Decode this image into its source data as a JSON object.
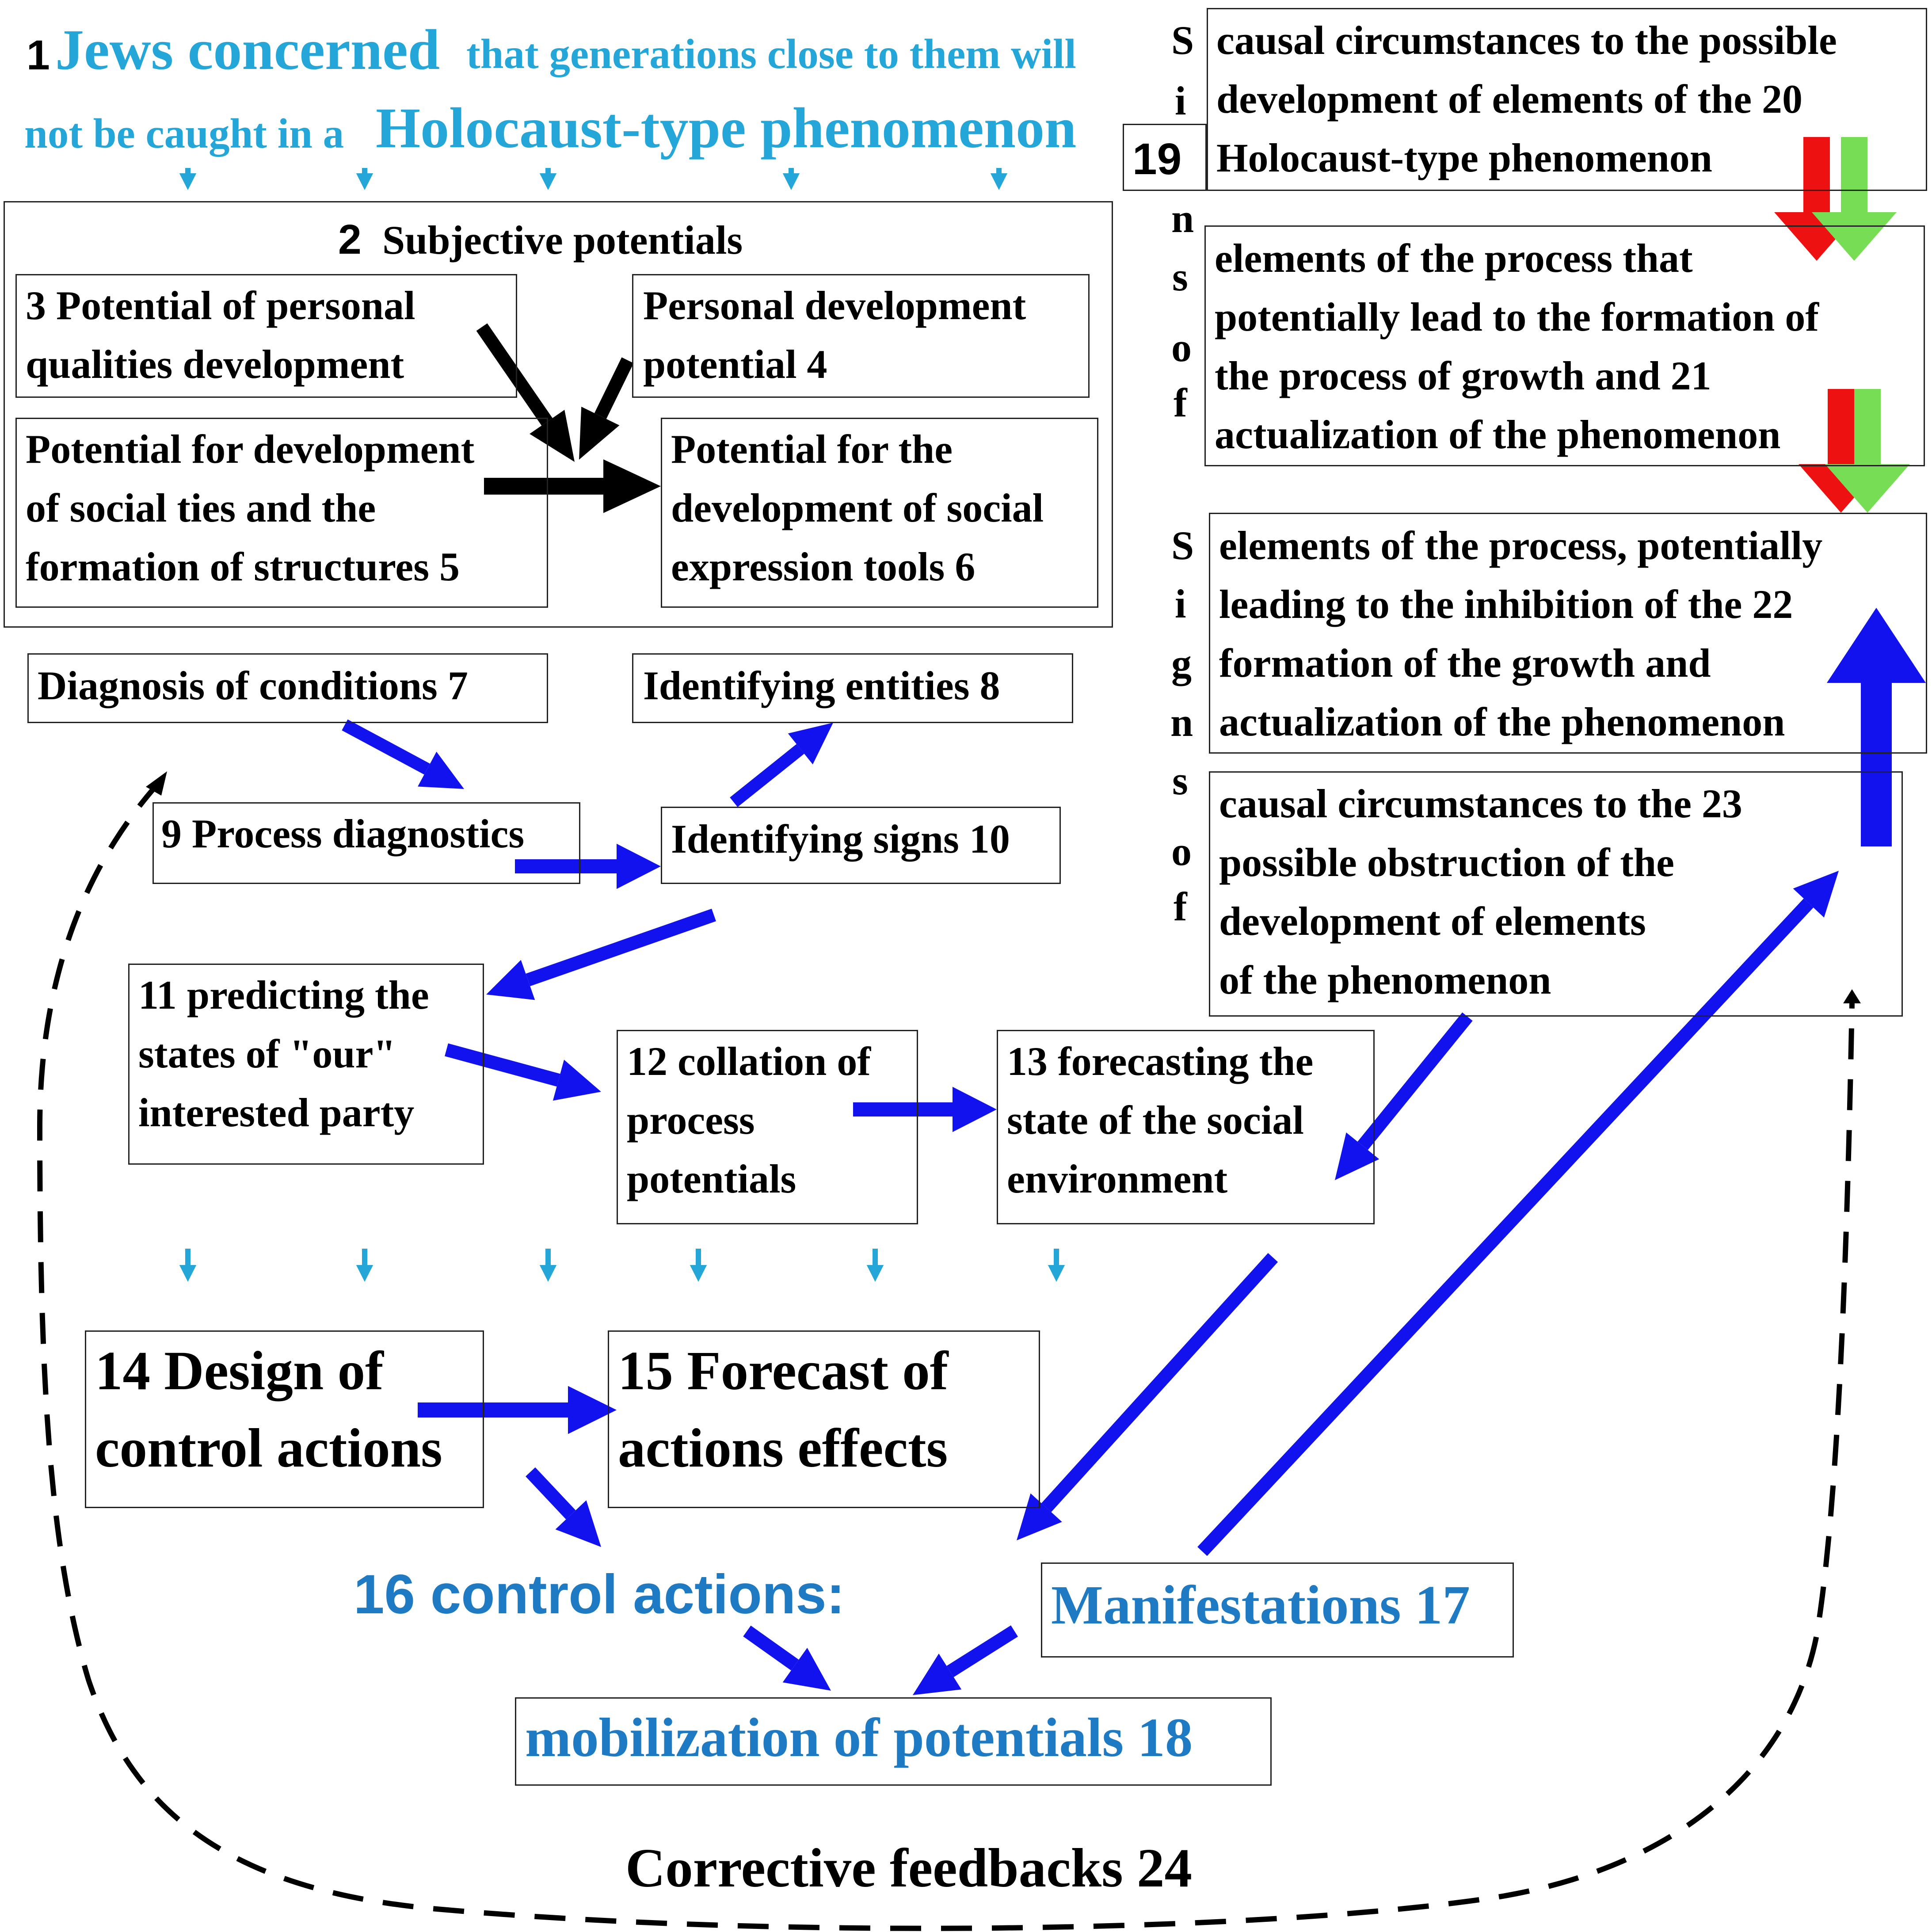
{
  "colors": {
    "black": "#000000",
    "cyan": "#25a6d8",
    "blue": "#1f7ac4",
    "arrow_blue": "#1212ee",
    "arrow_red": "#ee1111",
    "arrow_green": "#77dd55",
    "border": "#222222"
  },
  "title": {
    "num": "1",
    "part1": "Jews concerned",
    "part2": "that generations close to them will",
    "part3": "not be caught in a",
    "part4": "Holocaust-type phenomenon"
  },
  "subjective": {
    "num": "2",
    "label": "Subjective potentials",
    "box3": {
      "line1": "3    Potential of personal",
      "line2": "qualities development"
    },
    "box4": {
      "line1": "Personal development",
      "line2": "potential      4"
    },
    "box5": {
      "line1": "Potential for development",
      "line2": "of social ties and the",
      "line3": "formation of structures    5"
    },
    "box6": {
      "line1": "Potential for the",
      "line2": "development of social",
      "line3": "expression tools     6"
    }
  },
  "boxes": {
    "b7": "Diagnosis of conditions    7",
    "b8": "Identifying entities    8",
    "b9": "9  Process diagnostics",
    "b10": "Identifying signs 10",
    "b11": {
      "line1": "11 predicting the",
      "line2": "states of \"our\"",
      "line3": "interested party"
    },
    "b12": {
      "line1": "12  collation of",
      "line2": "process",
      "line3": "potentials"
    },
    "b13": {
      "line1": "13  forecasting the",
      "line2": "state of the social",
      "line3": "environment"
    },
    "b14": {
      "line1": "14  Design of",
      "line2": "control actions"
    },
    "b15": {
      "line1": "15   Forecast of",
      "line2": "actions effects"
    },
    "b16": "16  control actions:",
    "b17": "Manifestations 17",
    "b18": "mobilization of potentials  18",
    "b19": "19",
    "b20": {
      "line1": "causal circumstances to the possible",
      "line2": "development of elements of the    20",
      "line3": "Holocaust-type phenomenon"
    },
    "b21": {
      "line1": "elements of the process that",
      "line2": "potentially lead to the formation of",
      "line3": "the process of growth and     21",
      "line4": "actualization of the phenomenon"
    },
    "b22": {
      "line1": "elements of the process, potentially",
      "line2": "leading to the inhibition of the  22",
      "line3": "formation of the growth and",
      "line4": "actualization of the phenomenon"
    },
    "b23": {
      "line1": "causal circumstances to the    23",
      "line2": "possible obstruction of the",
      "line3": "development of elements",
      "line4": "of the phenomenon"
    }
  },
  "side_letters_top": [
    "S",
    "i",
    "n",
    "s",
    "o",
    "f"
  ],
  "side_letters_bottom": [
    "S",
    "i",
    "g",
    "n",
    "s",
    "o",
    "f"
  ],
  "feedback": "Corrective feedbacks  24"
}
